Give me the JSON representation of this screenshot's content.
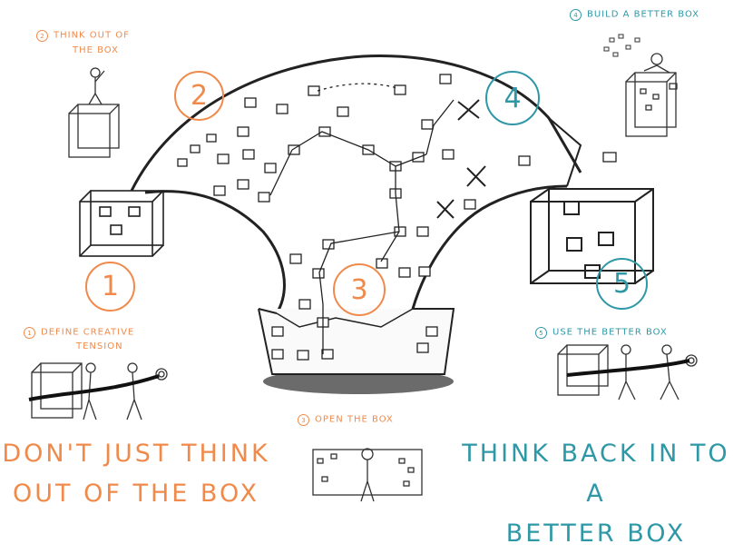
{
  "steps": [
    {
      "number": "1",
      "label": "Define Creative",
      "label2": "Tension",
      "color": "#f08a4b"
    },
    {
      "number": "2",
      "label": "Think out of",
      "label2": "the Box",
      "color": "#f08a4b"
    },
    {
      "number": "3",
      "label": "Open the Box",
      "color": "#f08a4b"
    },
    {
      "number": "4",
      "label": "Build a Better Box",
      "color": "#2f98a7"
    },
    {
      "number": "5",
      "label": "Use the Better Box",
      "color": "#2f98a7"
    }
  ],
  "headline_left": {
    "line1": "Don't Just Think",
    "line2": "Out of The Box",
    "color": "#f08a4b"
  },
  "headline_right": {
    "line1": "Think Back in to A",
    "line2": "Better Box",
    "color": "#2f98a7"
  }
}
